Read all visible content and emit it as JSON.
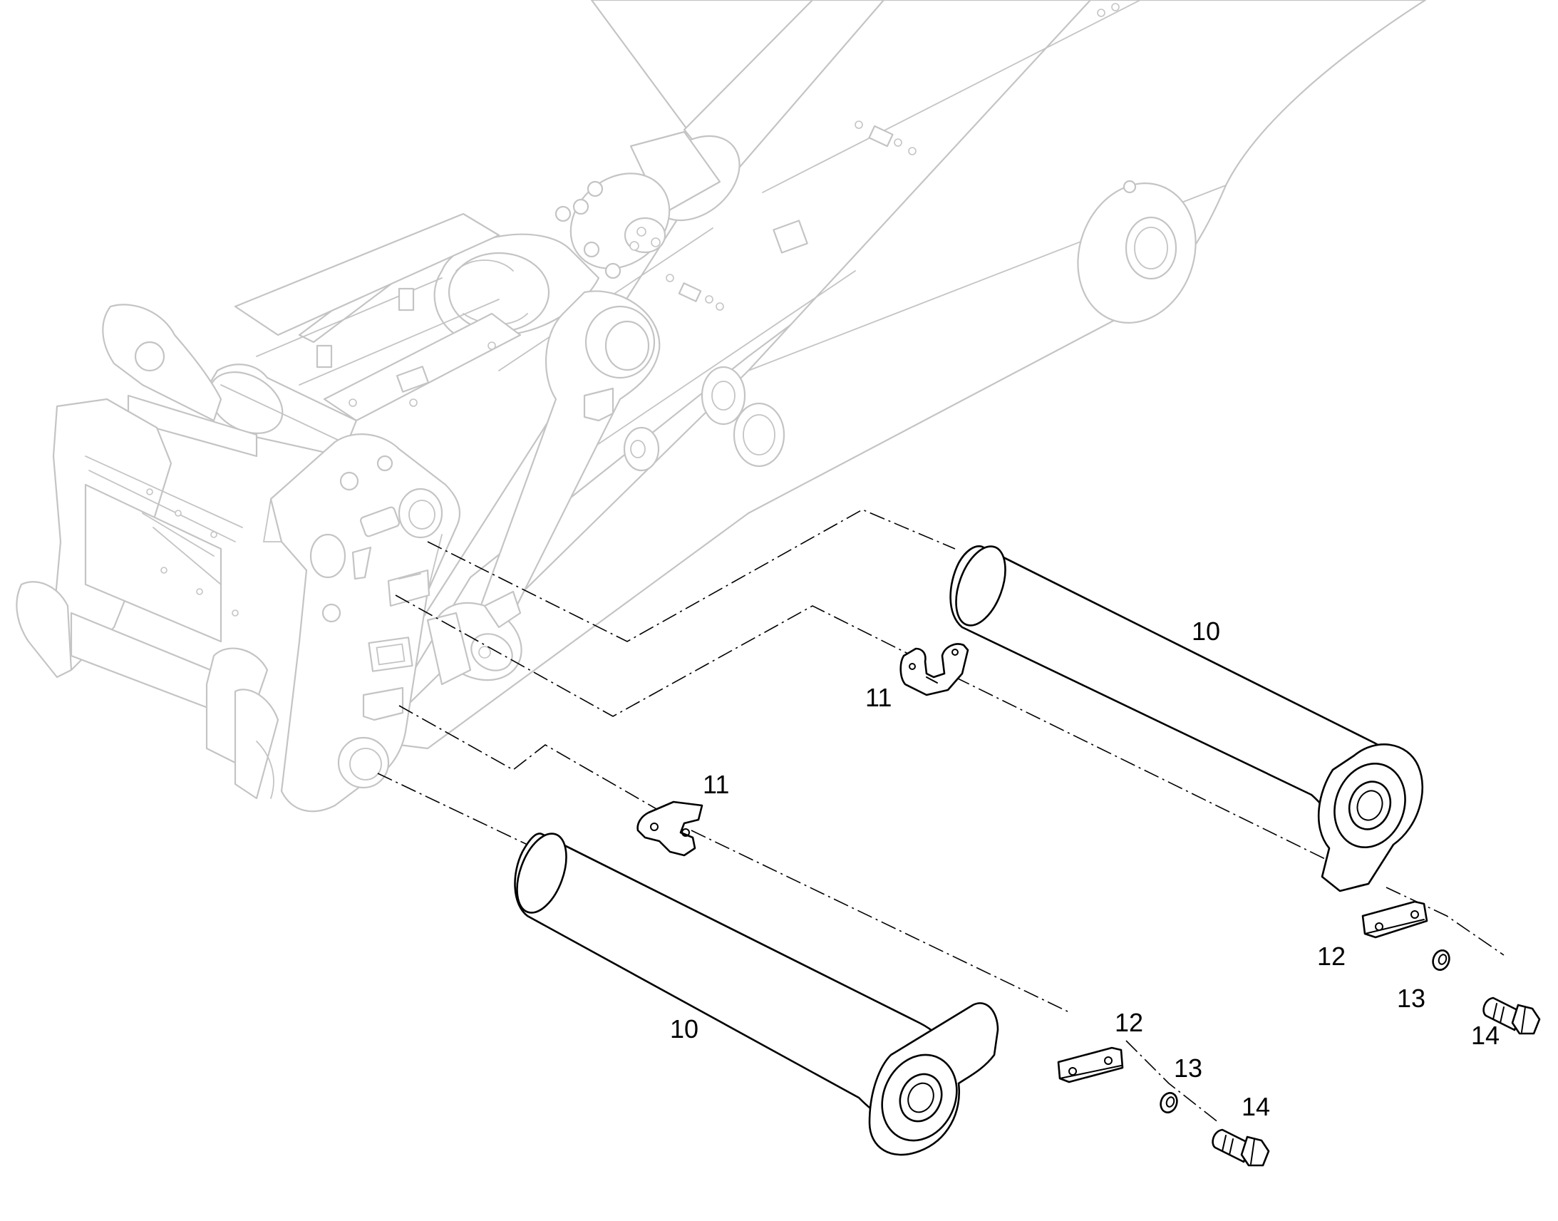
{
  "diagram": {
    "callouts": [
      {
        "id": "pin-upper",
        "text": "10"
      },
      {
        "id": "pin-lower",
        "text": "10"
      },
      {
        "id": "lock-plate-upper",
        "text": "11"
      },
      {
        "id": "lock-plate-lower",
        "text": "11"
      },
      {
        "id": "retainer-plate-upper",
        "text": "12"
      },
      {
        "id": "retainer-plate-lower",
        "text": "12"
      },
      {
        "id": "washer-upper",
        "text": "13"
      },
      {
        "id": "washer-lower",
        "text": "13"
      },
      {
        "id": "bolt-upper",
        "text": "14"
      },
      {
        "id": "bolt-lower",
        "text": "14"
      }
    ],
    "colors": {
      "parts": "#000000",
      "background_assembly": "#c4c4c4",
      "background": "#ffffff"
    }
  }
}
